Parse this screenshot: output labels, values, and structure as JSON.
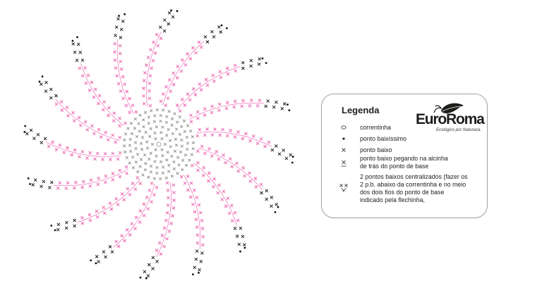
{
  "legend": {
    "title": "Legenda",
    "items": [
      {
        "symbol": "chain-stitch-icon",
        "lines": [
          "correntinha"
        ]
      },
      {
        "symbol": "slip-stitch-dot-icon",
        "lines": [
          "ponto baixíssimo"
        ]
      },
      {
        "symbol": "single-crochet-cross-icon",
        "lines": [
          "ponto baixo"
        ]
      },
      {
        "symbol": "back-loop-cross-icon",
        "lines": [
          "ponto baixo pegando na alcinha",
          "de trás do ponto de base"
        ]
      },
      {
        "symbol": "double-cross-arrow-icon",
        "lines": [
          "2 pontos baixos centralizados (fazer os",
          "2 p.b. abaixo da correntinha e no meio",
          "dos dois fios do ponto de base",
          "indicado pela flechinha,"
        ]
      }
    ]
  },
  "logo": {
    "brand": "EuroRoma",
    "tagline": "Ecológico por Natureza."
  },
  "colors": {
    "stitch_pink": "#ec5cab",
    "stitch_gray": "#8c8c8c",
    "stitch_black": "#111111",
    "border": "#a0a0a0",
    "logo_dark": "#1d1d1b"
  }
}
